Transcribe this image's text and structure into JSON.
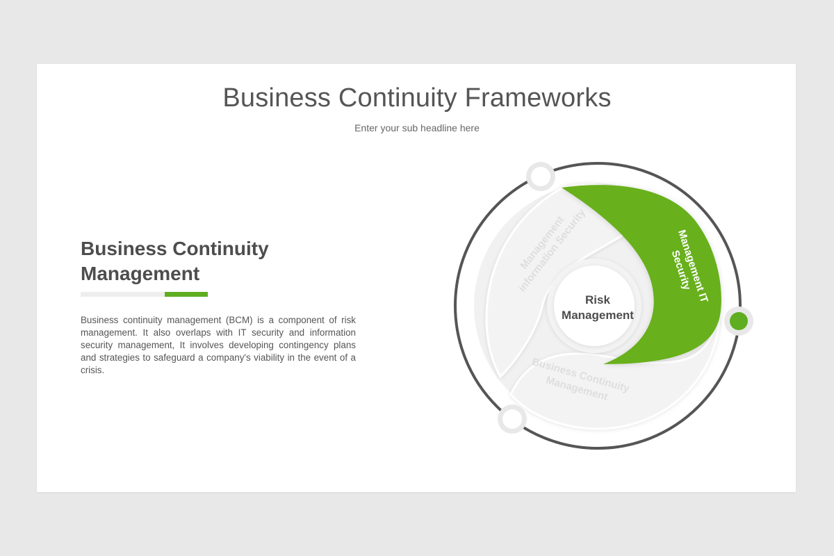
{
  "header": {
    "title": "Business Continuity Frameworks",
    "subtitle": "Enter your sub headline here"
  },
  "left_panel": {
    "heading": "Business Continuity Management",
    "body": "Business continuity management (BCM) is a component of risk management. It also overlaps with IT security and information security management, It involves developing contingency plans and strategies to safeguard a company's viability in the event of a crisis."
  },
  "diagram": {
    "center_label_line1": "Risk",
    "center_label_line2": "Management",
    "segments": [
      {
        "line1": "Management IT",
        "line2": "Security",
        "highlighted": true
      },
      {
        "line1": "Management",
        "line2": "information Security",
        "highlighted": false
      },
      {
        "line1": "Business Continuity",
        "line2": "Management",
        "highlighted": false
      }
    ]
  },
  "colors": {
    "accent": "#5fae21",
    "segment_faded": "#f1f1f1",
    "ring": "#555555",
    "heading": "#4d4d4d"
  }
}
